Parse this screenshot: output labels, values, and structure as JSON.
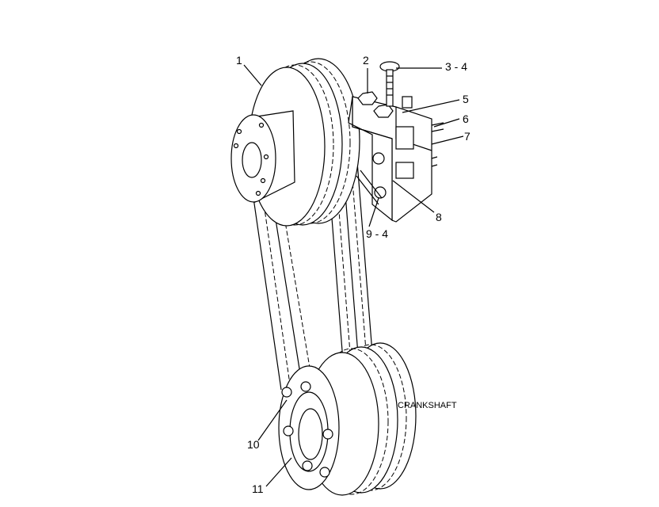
{
  "callouts": {
    "c1": "1",
    "c2": "2",
    "c3": "3 - 4",
    "c5": "5",
    "c6": "6",
    "c7": "7",
    "c8": "8",
    "c9": "9 - 4",
    "c10": "10",
    "c11": "11"
  },
  "notes": {
    "crankshaft": "CRANKSHAFT"
  }
}
